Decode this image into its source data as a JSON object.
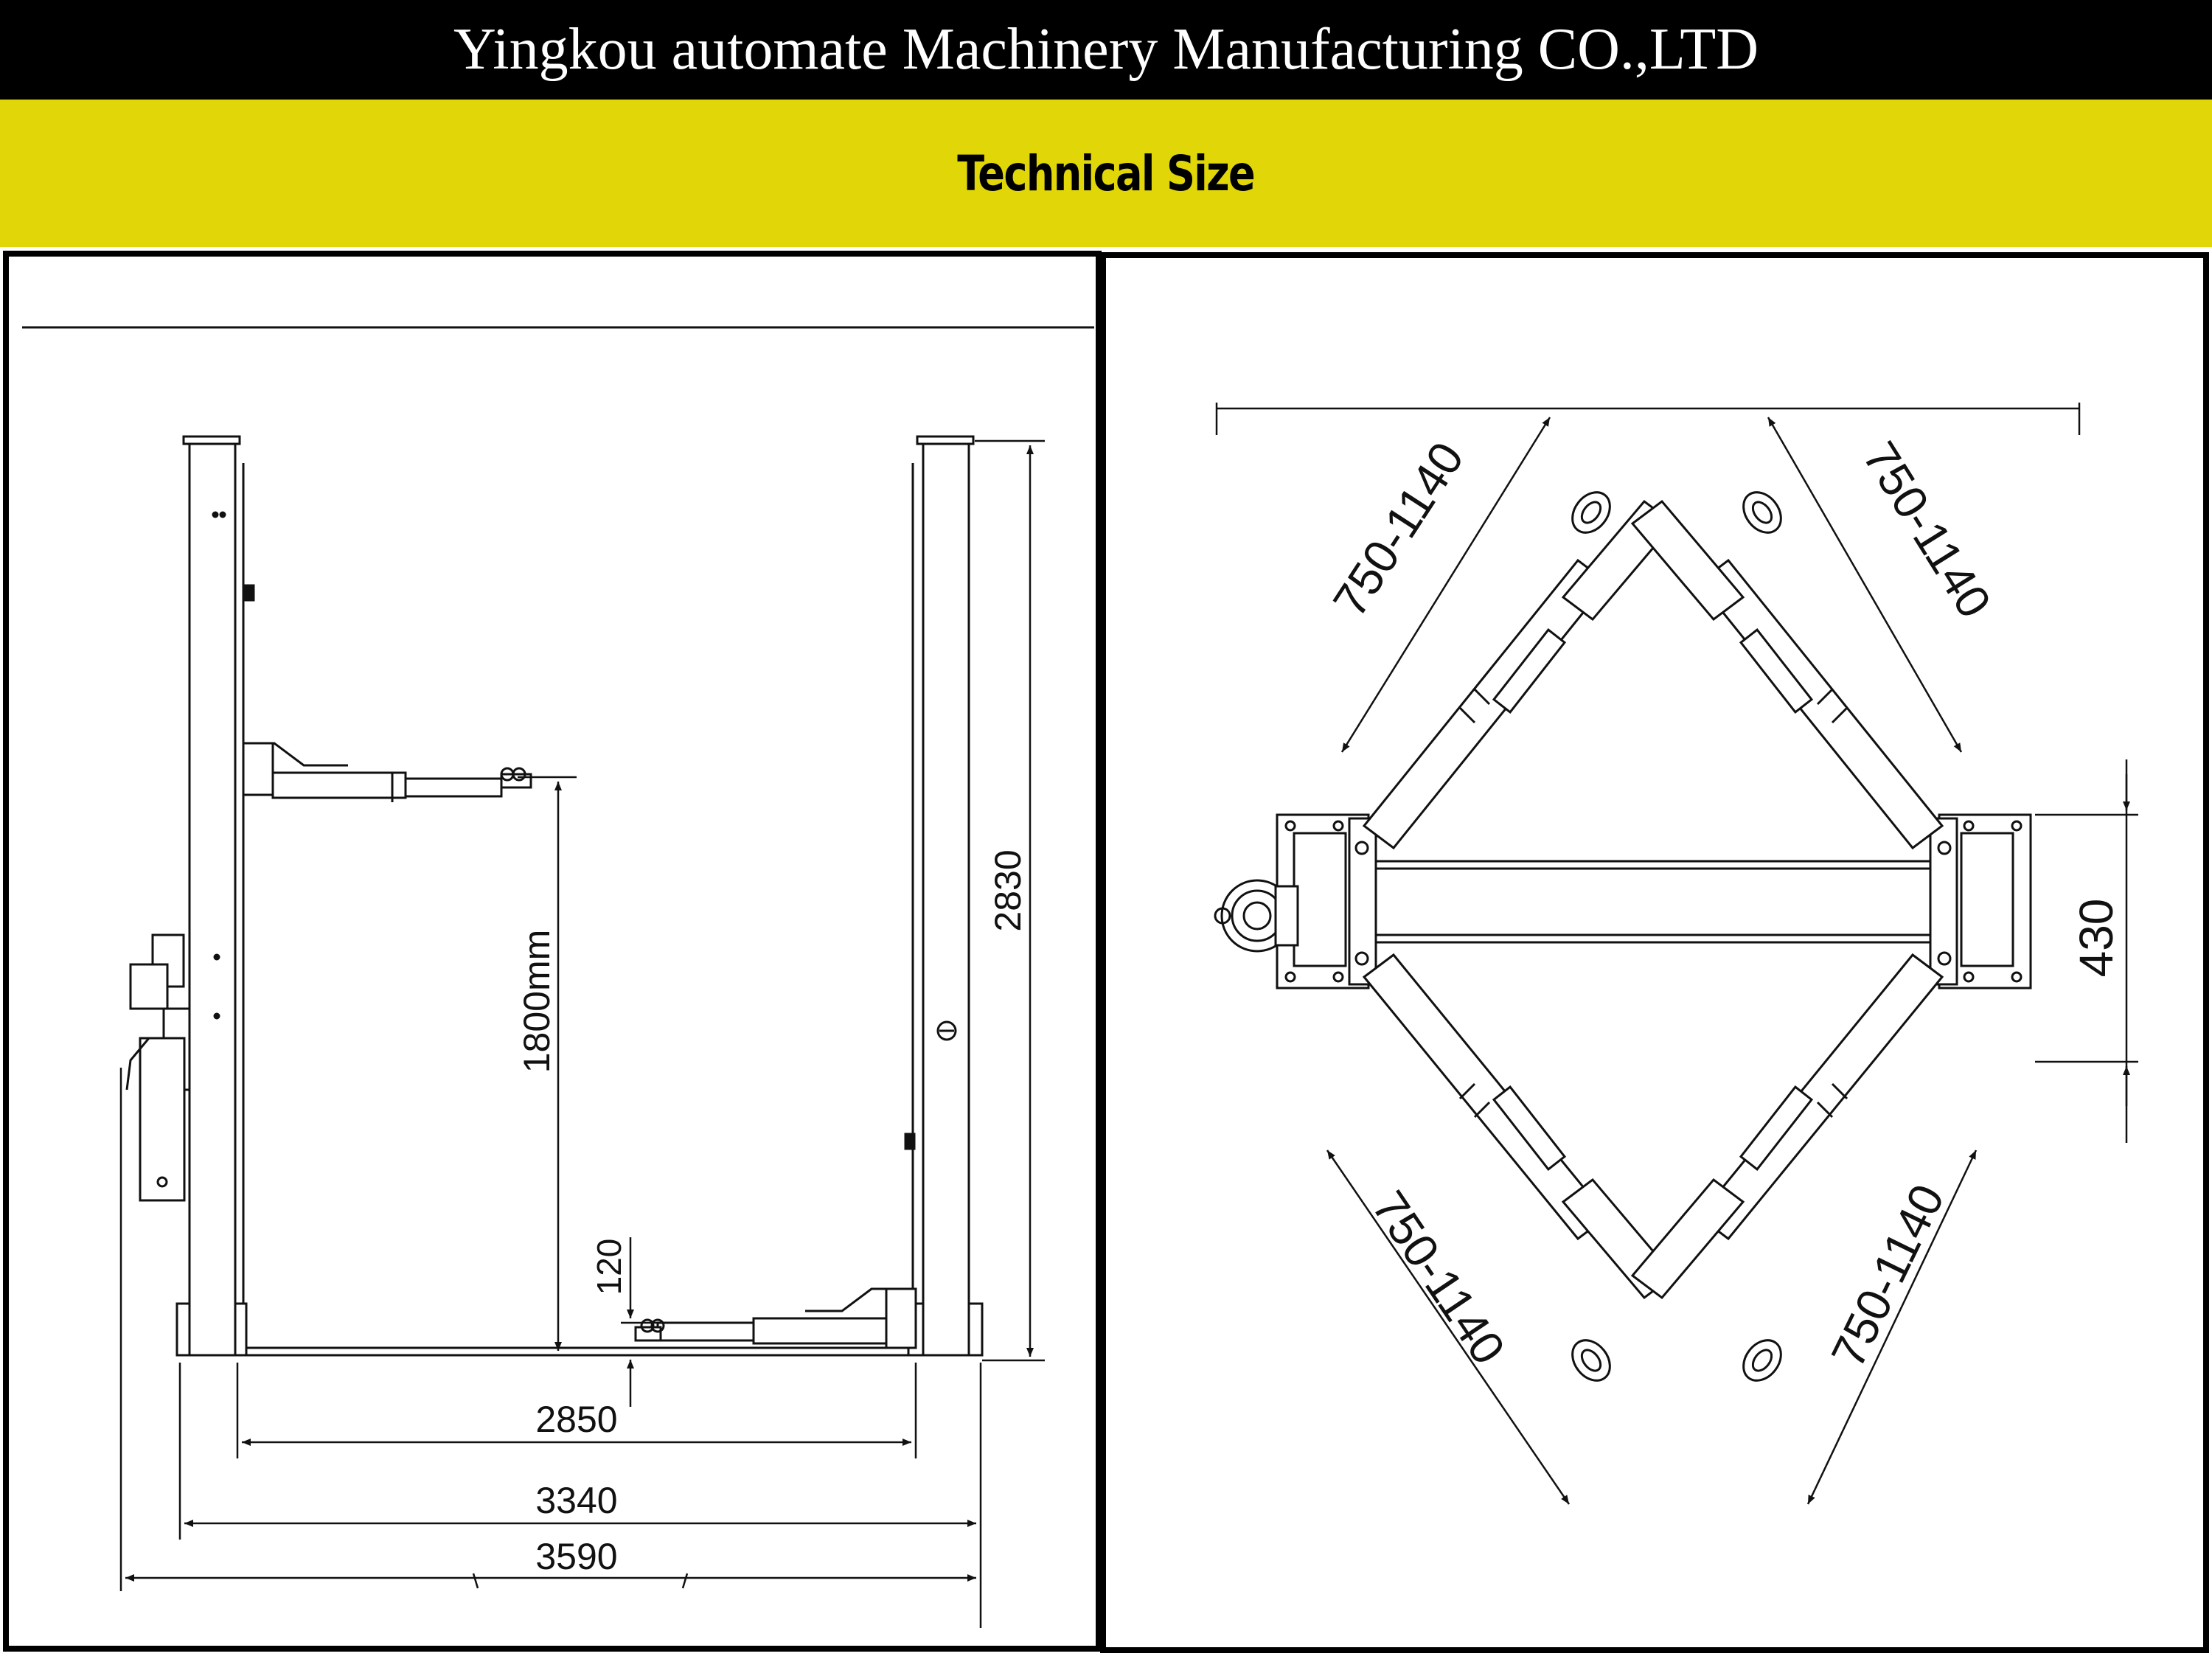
{
  "header": {
    "company": "Yingkou automate Machinery Manufacturing CO.,LTD"
  },
  "banner": {
    "title": "Technical Size"
  },
  "side_view": {
    "dims": {
      "height_total": "2830",
      "lift_height": "1800mm",
      "min_height": "120",
      "width_inner": "2850",
      "width_base": "3340",
      "width_overall": "3590"
    }
  },
  "top_view": {
    "dims": {
      "arm_upper_left": "750-1140",
      "arm_upper_right": "750-1140",
      "arm_lower_left": "750-1140",
      "arm_lower_right": "750-1140",
      "column_depth": "430"
    }
  },
  "colors": {
    "header_bg": "#000000",
    "banner_bg": "#e0d608",
    "line": "#111111"
  }
}
